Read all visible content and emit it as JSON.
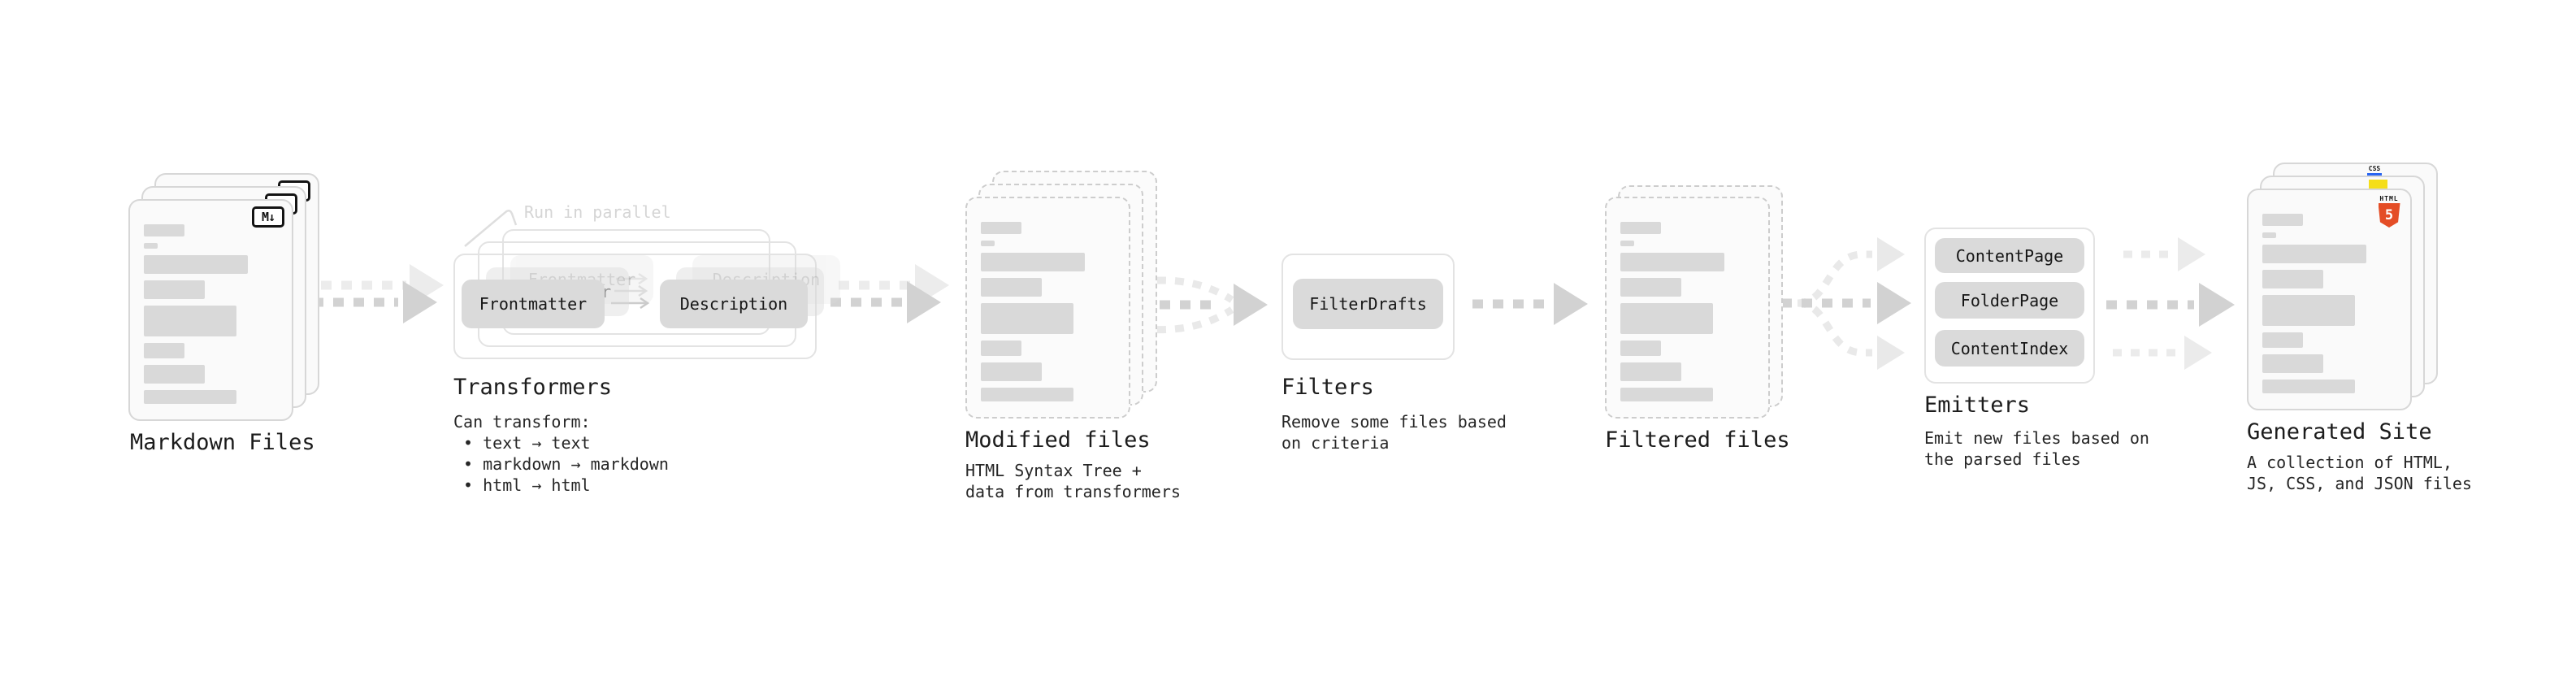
{
  "stages": {
    "markdown_files": {
      "title": "Markdown Files",
      "badge": "M↓"
    },
    "transformers": {
      "callout": "Run in parallel",
      "pill_left": "Frontmatter",
      "pill_right": "Description",
      "title": "Transformers",
      "description": [
        "Can transform:",
        " • text → text",
        " • markdown → markdown",
        " • html → html"
      ]
    },
    "modified_files": {
      "title": "Modified files",
      "description": [
        "HTML Syntax Tree +",
        "data from transformers"
      ]
    },
    "filters": {
      "pill": "FilterDrafts",
      "title": "Filters",
      "description": [
        "Remove some files based",
        "on criteria"
      ]
    },
    "filtered_files": {
      "title": "Filtered files"
    },
    "emitters": {
      "pills": [
        "ContentPage",
        "FolderPage",
        "ContentIndex"
      ],
      "title": "Emitters",
      "description": [
        "Emit new files based on",
        "the parsed files"
      ]
    },
    "generated_site": {
      "title": "Generated Site",
      "description": [
        "A collection of HTML,",
        "JS, CSS, and JSON files"
      ],
      "css_badge": "CSS",
      "html_badge": "HTML",
      "html5_number": "5"
    }
  },
  "colors": {
    "arrow_dark": "#d2d2d2",
    "arrow_light": "#ebebeb",
    "css_accent": "#2965f1",
    "js_accent": "#f5de19",
    "html5_accent": "#e44d26"
  }
}
